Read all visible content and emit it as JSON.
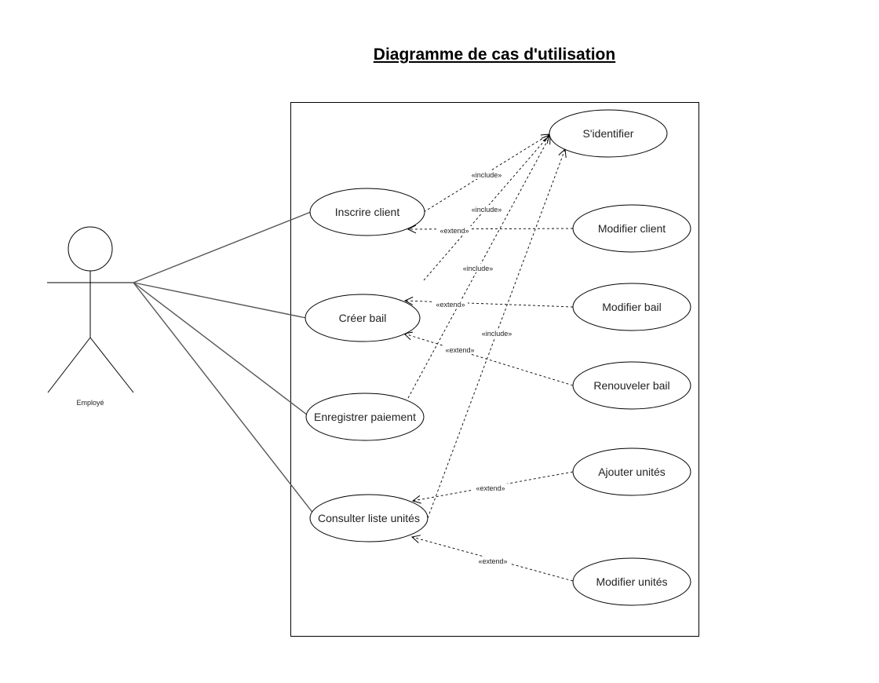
{
  "title": "Diagramme de cas d'utilisation",
  "actor": {
    "name": "Employé"
  },
  "use_cases": {
    "sidentifier": "S'identifier",
    "inscrire_client": "Inscrire client",
    "modifier_client": "Modifier client",
    "creer_bail": "Créer bail",
    "modifier_bail": "Modifier bail",
    "renouveler_bail": "Renouveler bail",
    "enregistrer_paiement": "Enregistrer paiement",
    "ajouter_unites": "Ajouter unités",
    "consulter_liste_unites": "Consulter liste unités",
    "modifier_unites": "Modifier unités"
  },
  "relations": {
    "include_inscrire": "«include»",
    "include_creer": "«include»",
    "include_paiement": "«include»",
    "include_consulter": "«include»",
    "extend_modifier_client": "«extend»",
    "extend_modifier_bail": "«extend»",
    "extend_renouveler_bail": "«extend»",
    "extend_ajouter_unites": "«extend»",
    "extend_modifier_unites": "«extend»"
  }
}
